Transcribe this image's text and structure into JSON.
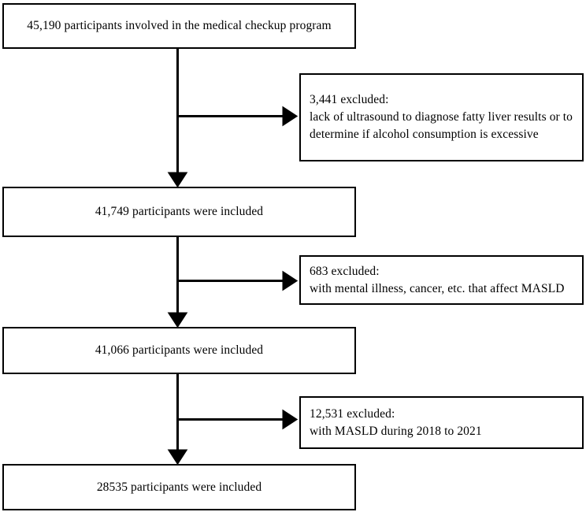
{
  "figure": {
    "type": "flowchart",
    "orientation": "vertical-with-right-branches",
    "stroke_color": "#000000",
    "fill_color": "#ffffff",
    "text_color": "#000000"
  },
  "nodes": {
    "total": {
      "label": "45,190 participants involved in the medical checkup program",
      "count": 45190
    },
    "excluded_1": {
      "label": "3,441 excluded:\nlack of ultrasound to diagnose fatty liver results or to\ndetermine if alcohol consumption is excessive",
      "count": 3441,
      "heading": "3,441 excluded:",
      "reason": "lack of ultrasound to diagnose fatty liver results or to determine if alcohol consumption is excessive"
    },
    "included_1": {
      "label": "41,749 participants were included",
      "count": 41749
    },
    "excluded_2": {
      "label": "683 excluded:\nwith mental illness, cancer, etc. that affect MASLD",
      "count": 683,
      "heading": "683 excluded:",
      "reason": "with mental illness, cancer, etc. that affect MASLD"
    },
    "included_2": {
      "label": "41,066 participants were included",
      "count": 41066
    },
    "excluded_3": {
      "label": "12,531 excluded:\nwith MASLD during 2018 to 2021",
      "count": 12531,
      "heading": "12,531 excluded:",
      "reason": "with MASLD during 2018 to 2021"
    },
    "included_3": {
      "label": "28535 participants were included",
      "count": 28535
    }
  }
}
